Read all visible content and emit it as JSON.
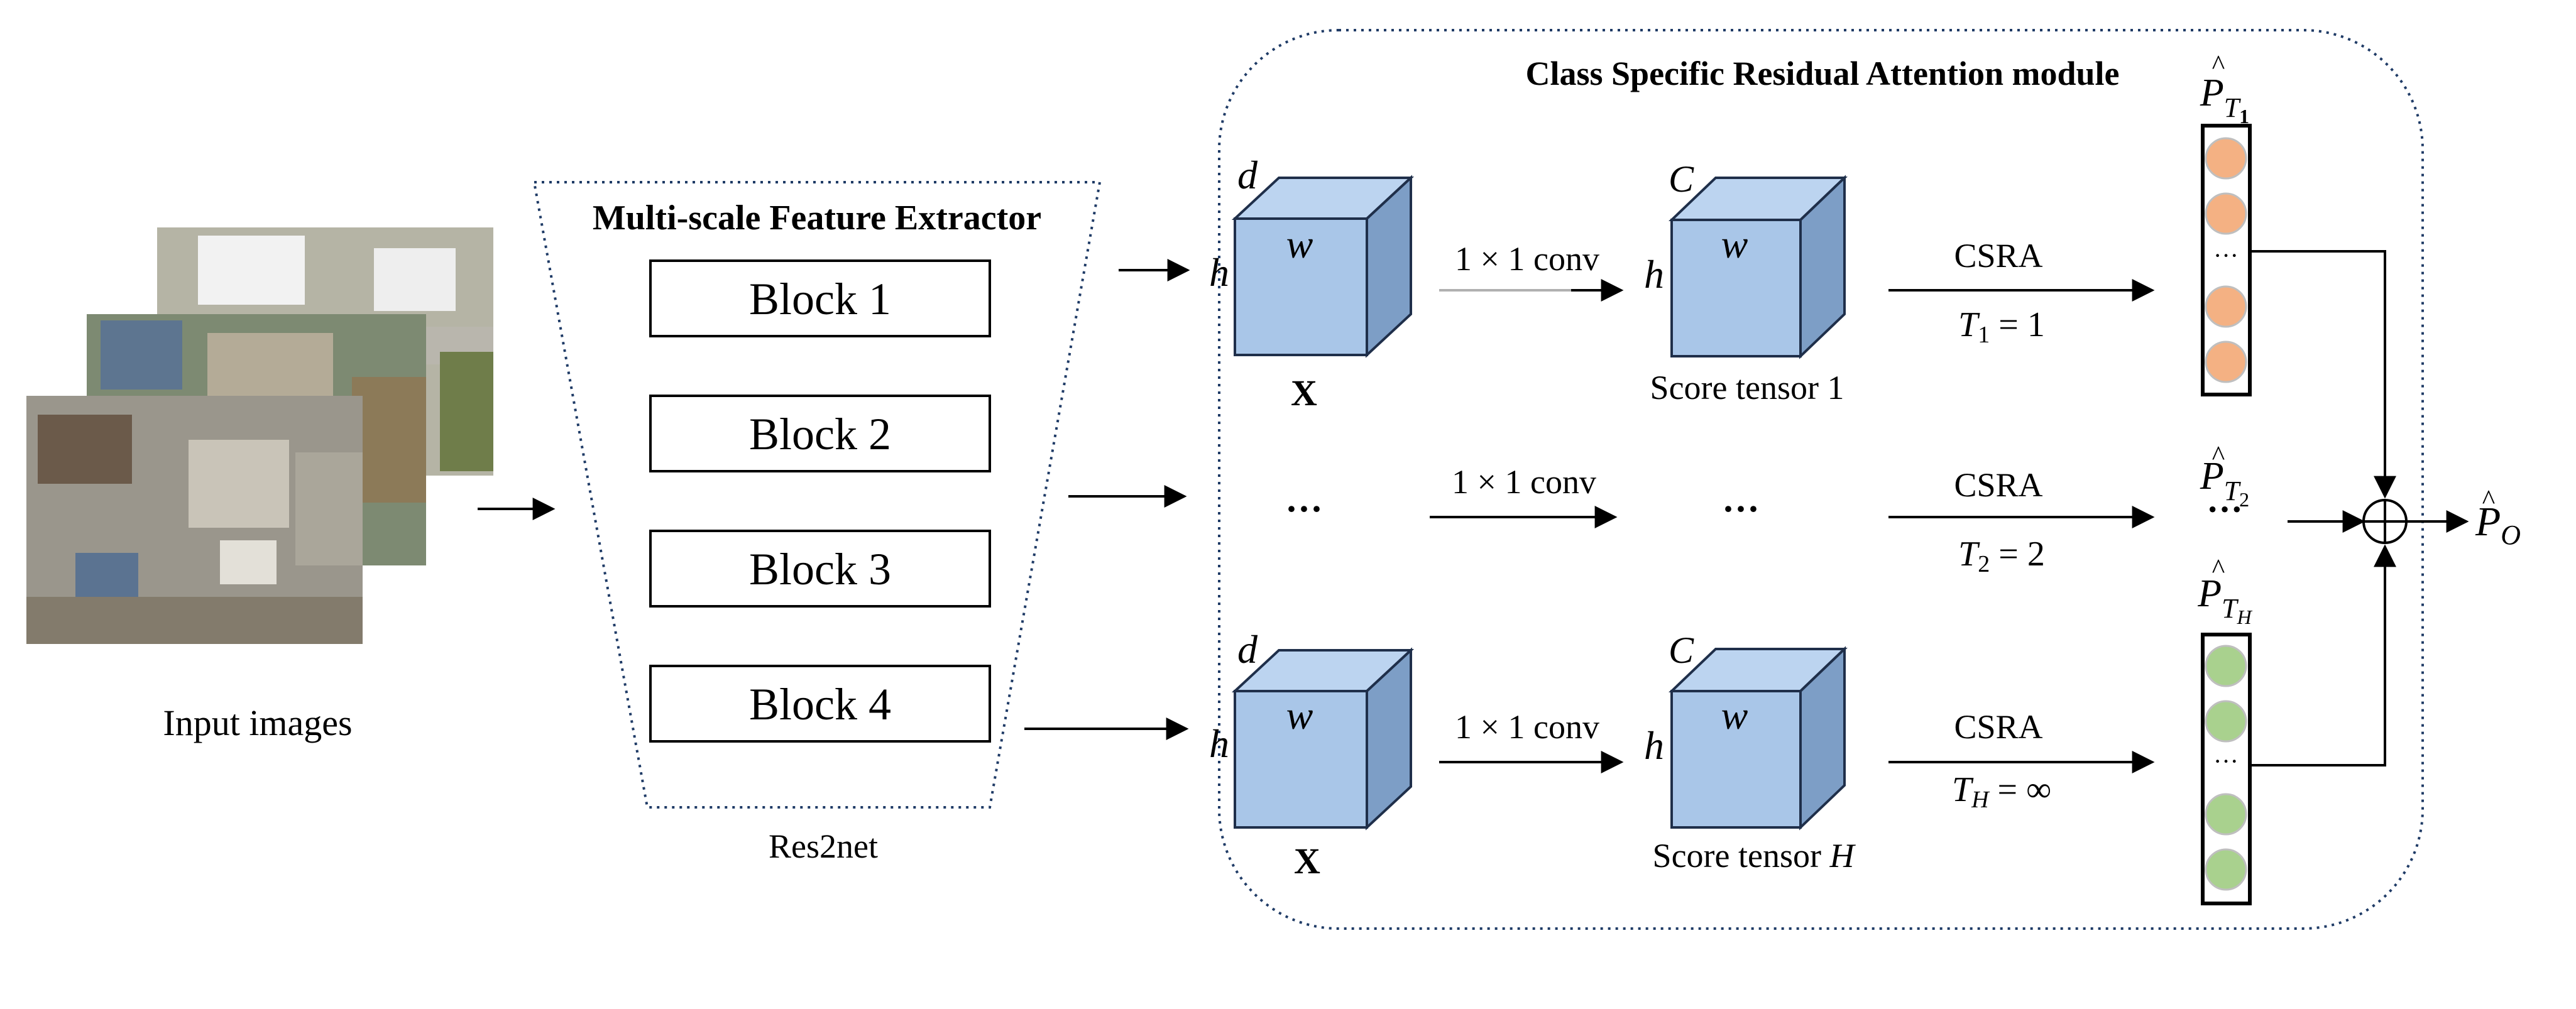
{
  "input": {
    "label": "Input images"
  },
  "extractor": {
    "title": "Multi-scale Feature Extractor",
    "blocks": [
      "Block 1",
      "Block 2",
      "Block 3",
      "Block 4"
    ],
    "caption": "Res2net"
  },
  "module": {
    "title": "Class Specific Residual Attention module"
  },
  "feature": {
    "d": "d",
    "h": "h",
    "w": "w",
    "label": "X",
    "dots": "···"
  },
  "conv": {
    "label": "1 × 1 conv"
  },
  "score": {
    "c": "C",
    "h": "h",
    "w": "w",
    "label_1": "Score tensor 1",
    "label_H_prefix": "Score tensor ",
    "label_H_var": "H",
    "dots": "···"
  },
  "csra": {
    "label": "CSRA",
    "t1": {
      "var": "T",
      "sub": "1",
      "eq": " = 1"
    },
    "t2": {
      "var": "T",
      "sub": "2",
      "eq": " = 2"
    },
    "tH": {
      "var": "T",
      "sub": "H",
      "eq": " = ∞"
    }
  },
  "outputs": {
    "p_symbol": "P",
    "t_var": "T",
    "sub1": "1",
    "sub2": "2",
    "subH": "H",
    "dots": "···",
    "inner_dots": "···",
    "final_sub": "O",
    "sum_symbol": "⊕"
  },
  "colors": {
    "cube_front": "#a9c6e8",
    "cube_top": "#bcd4f0",
    "cube_side": "#7d9ec6",
    "cube_edge": "#1f2f4a",
    "orange_circle": "#f4b183",
    "green_circle": "#a9d18e",
    "module_border": "#1f3b66"
  }
}
